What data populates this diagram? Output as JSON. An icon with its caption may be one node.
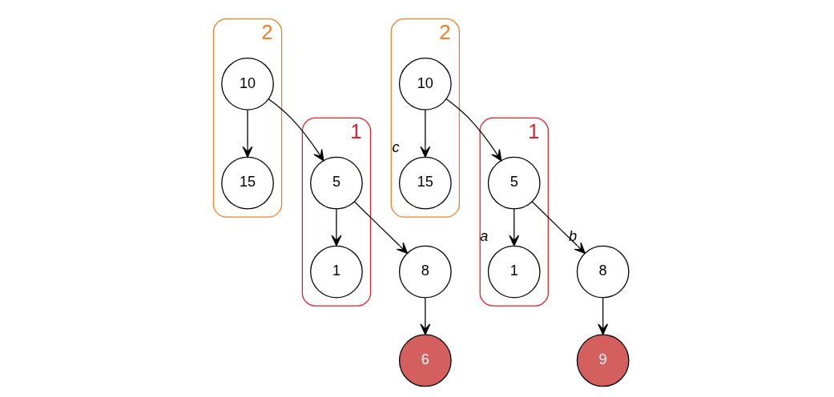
{
  "diagram": {
    "nodes": [
      {
        "text": [
          "2"
        ]
      },
      {
        "text": [
          "10"
        ],
        "in": 0
      },
      {
        "text": [
          "15"
        ],
        "in": 0
      },
      {
        "text": [
          "1"
        ]
      },
      {
        "text": [
          "5"
        ],
        "in": 3
      },
      {
        "text": [
          "1"
        ],
        "in": 3
      },
      {
        "text": [
          "8"
        ]
      },
      {
        "text": [
          "6"
        ]
      },
      {
        "text": [
          "2"
        ]
      },
      {
        "text": [
          "10"
        ],
        "in": 8
      },
      {
        "text": [
          "15"
        ],
        "in": 8,
        "beside": [
          "c"
        ]
      },
      {
        "text": [
          "1"
        ]
      },
      {
        "text": [
          "5"
        ],
        "in": 11
      },
      {
        "text": [
          "1"
        ],
        "in": 11,
        "beside": [
          "a"
        ]
      },
      {
        "text": [
          "8"
        ],
        "beside": [
          "b"
        ]
      },
      {
        "text": [
          "9"
        ]
      }
    ],
    "edges": [
      {
        "from": 1,
        "to": 4,
        "arrow": "to"
      },
      {
        "from": 1,
        "to": 2,
        "arrow": "to"
      },
      {
        "from": 4,
        "to": 5,
        "arrow": "to"
      },
      {
        "from": 4,
        "to": 6,
        "arrow": "to"
      },
      {
        "from": 6,
        "to": 7,
        "arrow": "to"
      },
      {
        "from": 9,
        "to": 12,
        "arrow": "to"
      },
      {
        "from": 9,
        "to": 10,
        "arrow": "to"
      },
      {
        "from": 12,
        "to": 13,
        "arrow": "to"
      },
      {
        "from": 12,
        "to": 14,
        "arrow": "to"
      },
      {
        "from": 14,
        "to": 15,
        "arrow": "to"
      }
    ]
  }
}
